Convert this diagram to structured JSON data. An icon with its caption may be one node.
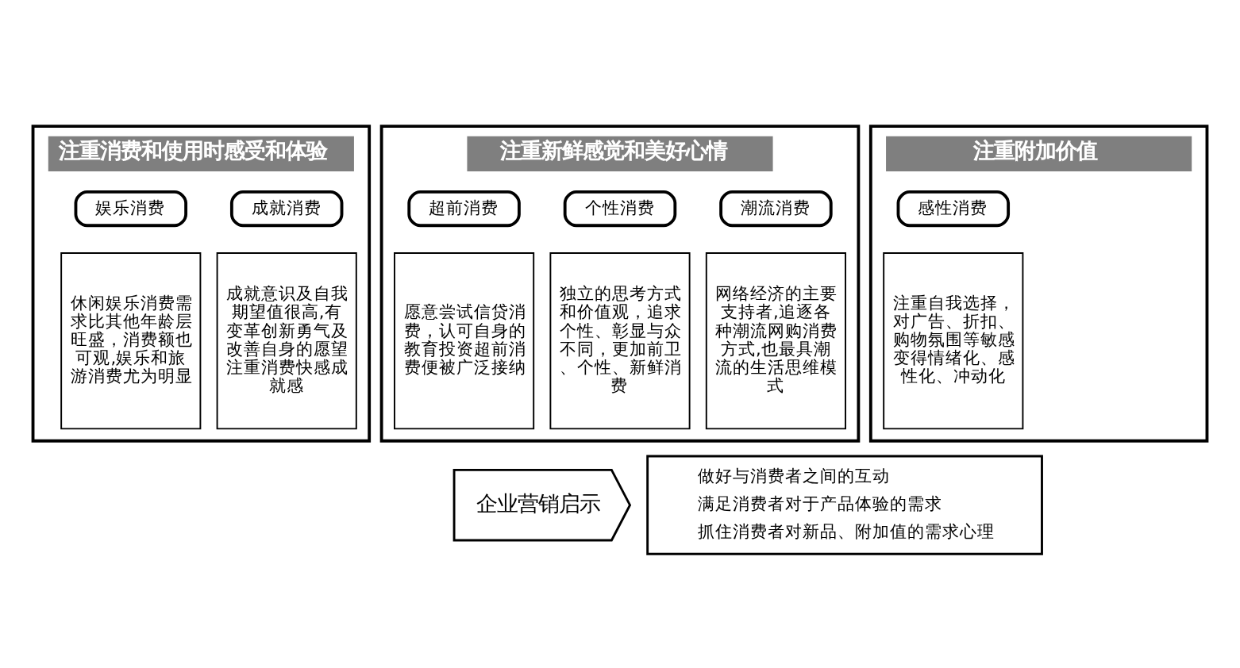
{
  "diagram": {
    "nodes": [
      {
        "text": [
          "注重消费和使用时感受和体验"
        ]
      },
      {
        "text": [
          "成就消费"
        ],
        "in": 0
      },
      {
        "text": [
          "娱乐消费"
        ],
        "in": 0
      },
      {
        "text": [
          "成就意识及自我期望值很高,有变革创新勇气及改善自身的愿望注重消费快感成就感"
        ],
        "in": 0
      },
      {
        "text": [
          "休闲娱乐消费需求比其他年龄层旺盛，消费额也可观,娱乐和旅游消费尤为明显"
        ],
        "in": 0
      },
      {
        "text": [
          "注重新鲜感觉和美好心情"
        ]
      },
      {
        "text": [
          "潮流消费"
        ],
        "in": 5
      },
      {
        "text": [
          "个性消费"
        ],
        "in": 5
      },
      {
        "text": [
          "超前消费"
        ],
        "in": 5
      },
      {
        "text": [
          "网络经济的主要支持者,追逐各种潮流网购消费方式,也最具潮流的生活思维模式"
        ],
        "in": 5
      },
      {
        "text": [
          "独立的思考方式和价值观，追求个性、彰显与众不同，更加前卫、个性、新鲜消费"
        ],
        "in": 5
      },
      {
        "text": [
          "愿意尝试信贷消费，认可自身的教育投资超前消费便被广泛接纳"
        ],
        "in": 5
      },
      {
        "text": [
          "注重附加价值"
        ]
      },
      {
        "text": [
          "感性消费"
        ],
        "in": 12
      },
      {
        "text": [
          "注重自我选择，对广告、折扣、购物氛围等敏感变得情绪化、感性化、冲动化"
        ],
        "in": 12
      },
      {
        "text": [
          "企业营销启示"
        ]
      },
      {
        "text": [
          "做好与消费者之间的互动",
          "满足消费者对于产品体验的需求",
          "抓住消费者对新品、附加值的需求心理"
        ]
      }
    ]
  }
}
